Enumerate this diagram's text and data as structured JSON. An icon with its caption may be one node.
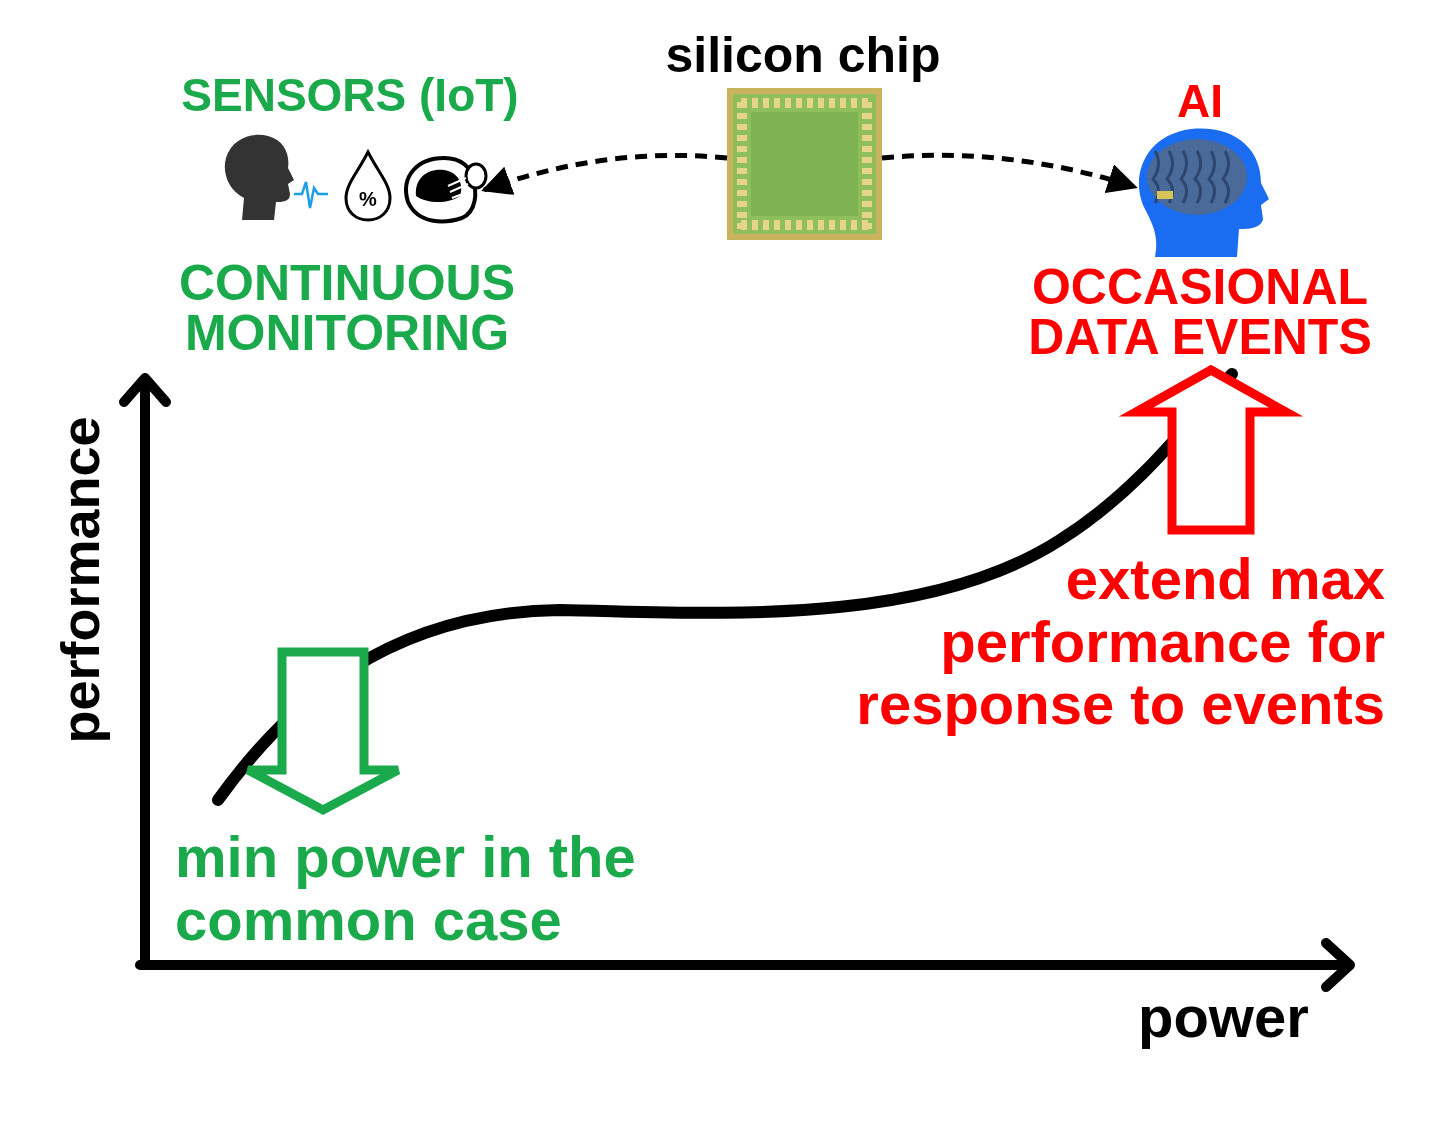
{
  "diagram": {
    "nodes": [
      {
        "text": [],
        "shape": "picture",
        "beside": [
          "SENSORS (IoT)",
          "CONTINUOUS MONITORING"
        ]
      },
      {
        "text": [],
        "shape": "picture",
        "beside": [
          "silicon chip"
        ]
      },
      {
        "text": [],
        "shape": "picture",
        "beside": [
          "AI",
          "OCCASIONAL DATA EVENTS"
        ]
      }
    ],
    "edges": [
      {
        "from": 1,
        "to": 0,
        "arrow": "to",
        "style": "dashed"
      },
      {
        "from": 1,
        "to": 2,
        "arrow": "to",
        "style": "dashed"
      }
    ],
    "labels": [
      "performance",
      "power",
      "min power in the common case",
      "extend max performance for response to events",
      "%"
    ]
  }
}
